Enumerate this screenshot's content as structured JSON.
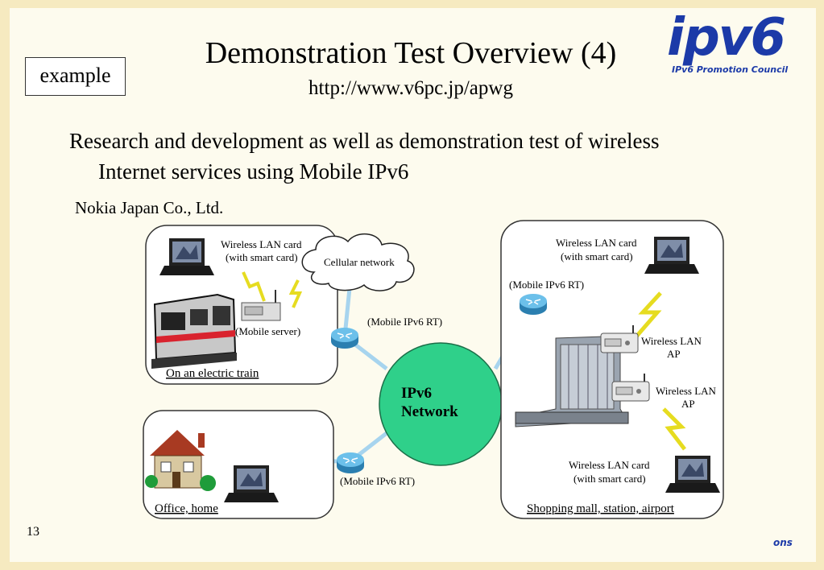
{
  "slide": {
    "title": "Demonstration Test Overview (4)",
    "url": "http://www.v6pc.jp/apwg",
    "tag": "example",
    "body_line1": "Research and development as well as demonstration test of wireless",
    "body_line2": "Internet services using Mobile IPv6",
    "company": "Nokia Japan Co., Ltd.",
    "page_number": "13",
    "footer_fragment": "ons"
  },
  "logo": {
    "word": "ipv6",
    "tagline": "IPv6 Promotion Council"
  },
  "diagram": {
    "network_line1": "IPv6",
    "network_line2": "Network",
    "cellular": "Cellular network",
    "train_box": {
      "caption": "On an electric train",
      "card_label_1": "Wireless LAN card",
      "card_label_2": "(with smart card)",
      "server_label": "(Mobile server)"
    },
    "router_top_label": "(Mobile IPv6 RT)",
    "router_bottom_label": "(Mobile IPv6 RT)",
    "home_box": {
      "caption": "Office, home"
    },
    "mall_box": {
      "caption": "Shopping mall, station, airport",
      "router_label": "(Mobile IPv6 RT)",
      "card_top_1": "Wireless LAN card",
      "card_top_2": "(with smart card)",
      "ap1_line1": "Wireless LAN",
      "ap1_line2": "AP",
      "ap2_line1": "Wireless LAN",
      "ap2_line2": "AP",
      "card_bottom_1": "Wireless LAN card",
      "card_bottom_2": "(with smart card)"
    }
  },
  "colors": {
    "network_fill": "#2fd08a",
    "link": "#a7d4ee",
    "logo_blue": "#1c3aa8",
    "lightning": "#f2ea2a",
    "router": "#4aa8d8"
  }
}
